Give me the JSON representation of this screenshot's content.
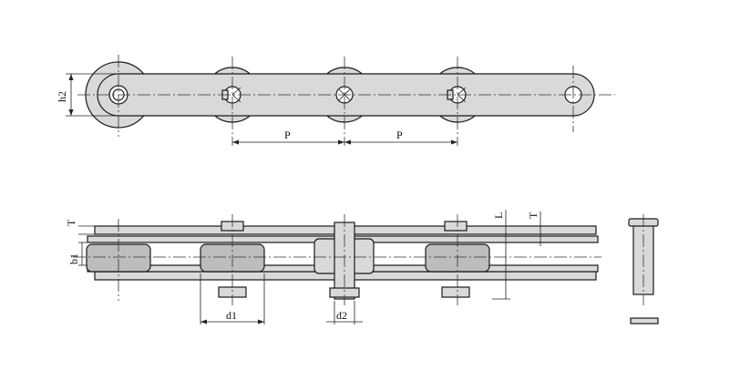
{
  "top_view": {
    "height_label": "h2",
    "pitch_label_1": "P",
    "pitch_label_2": "P"
  },
  "side_view": {
    "thickness_label_left": "T",
    "thickness_label_right": "T",
    "inner_width_label": "b1",
    "roller_diameter_label": "d1",
    "pin_diameter_label": "d2",
    "length_label": "L"
  }
}
